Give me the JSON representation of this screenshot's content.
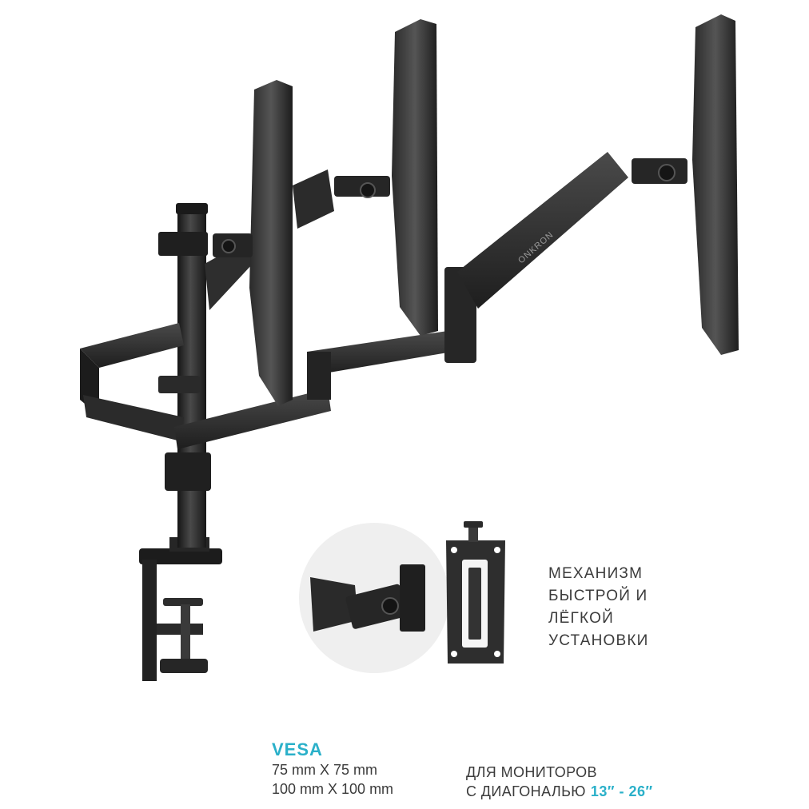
{
  "feature": {
    "lines": [
      "МЕХАНИЗМ",
      "БЫСТРОЙ И",
      "ЛЁГКОЙ",
      "УСТАНОВКИ"
    ]
  },
  "vesa": {
    "title": "VESA",
    "line1": "75 mm X 75 mm",
    "line2": "100 mm X 100 mm"
  },
  "monitors": {
    "line1": "ДЛЯ МОНИТОРОВ",
    "line2": "С ДИАГОНАЛЬЮ",
    "range": "13″ - 26″"
  },
  "brand": {
    "arm_logo_text": "ONKRON"
  },
  "colors": {
    "accent": "#2ab0c9",
    "text": "#3b3b3b",
    "metal_dark": "#232323",
    "metal_mid": "#3a3a3a",
    "inset_bg": "#f0f0f0"
  },
  "icons": {
    "product": "triple-monitor-arm-photo",
    "inset": "vesa-plate-detail"
  }
}
